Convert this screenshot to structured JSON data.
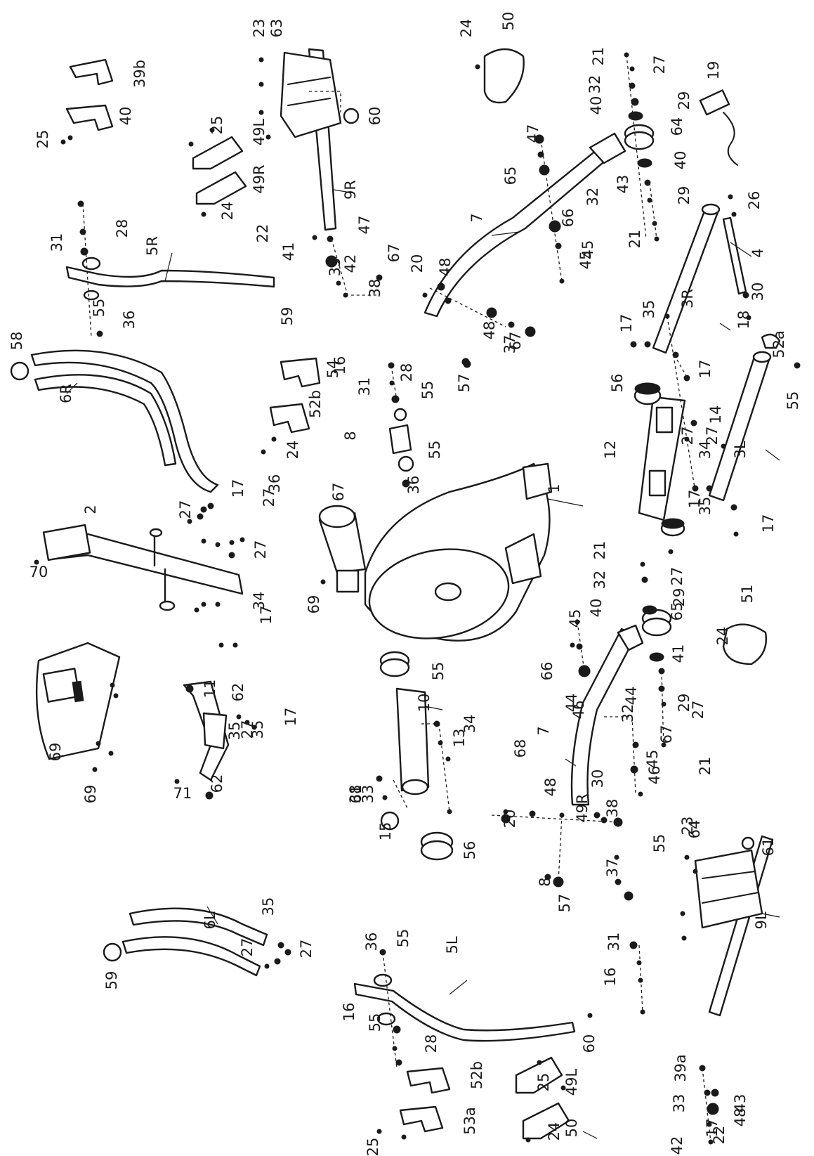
{
  "part_labels": [
    "1",
    "2",
    "3R",
    "3L",
    "4",
    "5R",
    "5L",
    "6R",
    "6L",
    "7",
    "7",
    "8",
    "8",
    "9R",
    "9L",
    "10",
    "11",
    "12",
    "13",
    "14",
    "15",
    "16",
    "16",
    "16",
    "17",
    "17",
    "17",
    "17",
    "17",
    "17",
    "17",
    "17",
    "18",
    "19",
    "20",
    "20",
    "21",
    "21",
    "21",
    "21",
    "22",
    "22",
    "23",
    "23",
    "24",
    "24",
    "24",
    "24",
    "24",
    "25",
    "25",
    "25",
    "25",
    "26",
    "27",
    "27",
    "27",
    "27",
    "27",
    "27",
    "27",
    "27",
    "27",
    "27",
    "27",
    "28",
    "28",
    "28",
    "29",
    "29",
    "29",
    "29",
    "30",
    "30",
    "31",
    "31",
    "31",
    "32",
    "32",
    "32",
    "32",
    "33",
    "33",
    "33",
    "34",
    "34",
    "34",
    "35",
    "35",
    "35",
    "35",
    "35",
    "36",
    "36",
    "36",
    "36",
    "37",
    "37",
    "38",
    "38",
    "38",
    "39a",
    "39b",
    "40",
    "40",
    "40",
    "40",
    "41",
    "41",
    "42",
    "42",
    "43",
    "43",
    "44",
    "44",
    "45",
    "45",
    "45",
    "45",
    "46",
    "46",
    "47",
    "47",
    "48",
    "48",
    "48",
    "48",
    "49R",
    "49L",
    "49R",
    "49L",
    "50",
    "50",
    "51",
    "52a",
    "52b",
    "52b",
    "53a",
    "54",
    "55",
    "55",
    "55",
    "55",
    "55",
    "55",
    "55",
    "55",
    "56",
    "56",
    "57",
    "57",
    "58",
    "59",
    "59",
    "60",
    "60",
    "61",
    "61",
    "62",
    "62",
    "63",
    "64",
    "64",
    "65",
    "65",
    "66",
    "66",
    "67",
    "67",
    "67",
    "67",
    "68",
    "69",
    "69",
    "69",
    "70",
    "71",
    "72",
    "73",
    "74"
  ]
}
